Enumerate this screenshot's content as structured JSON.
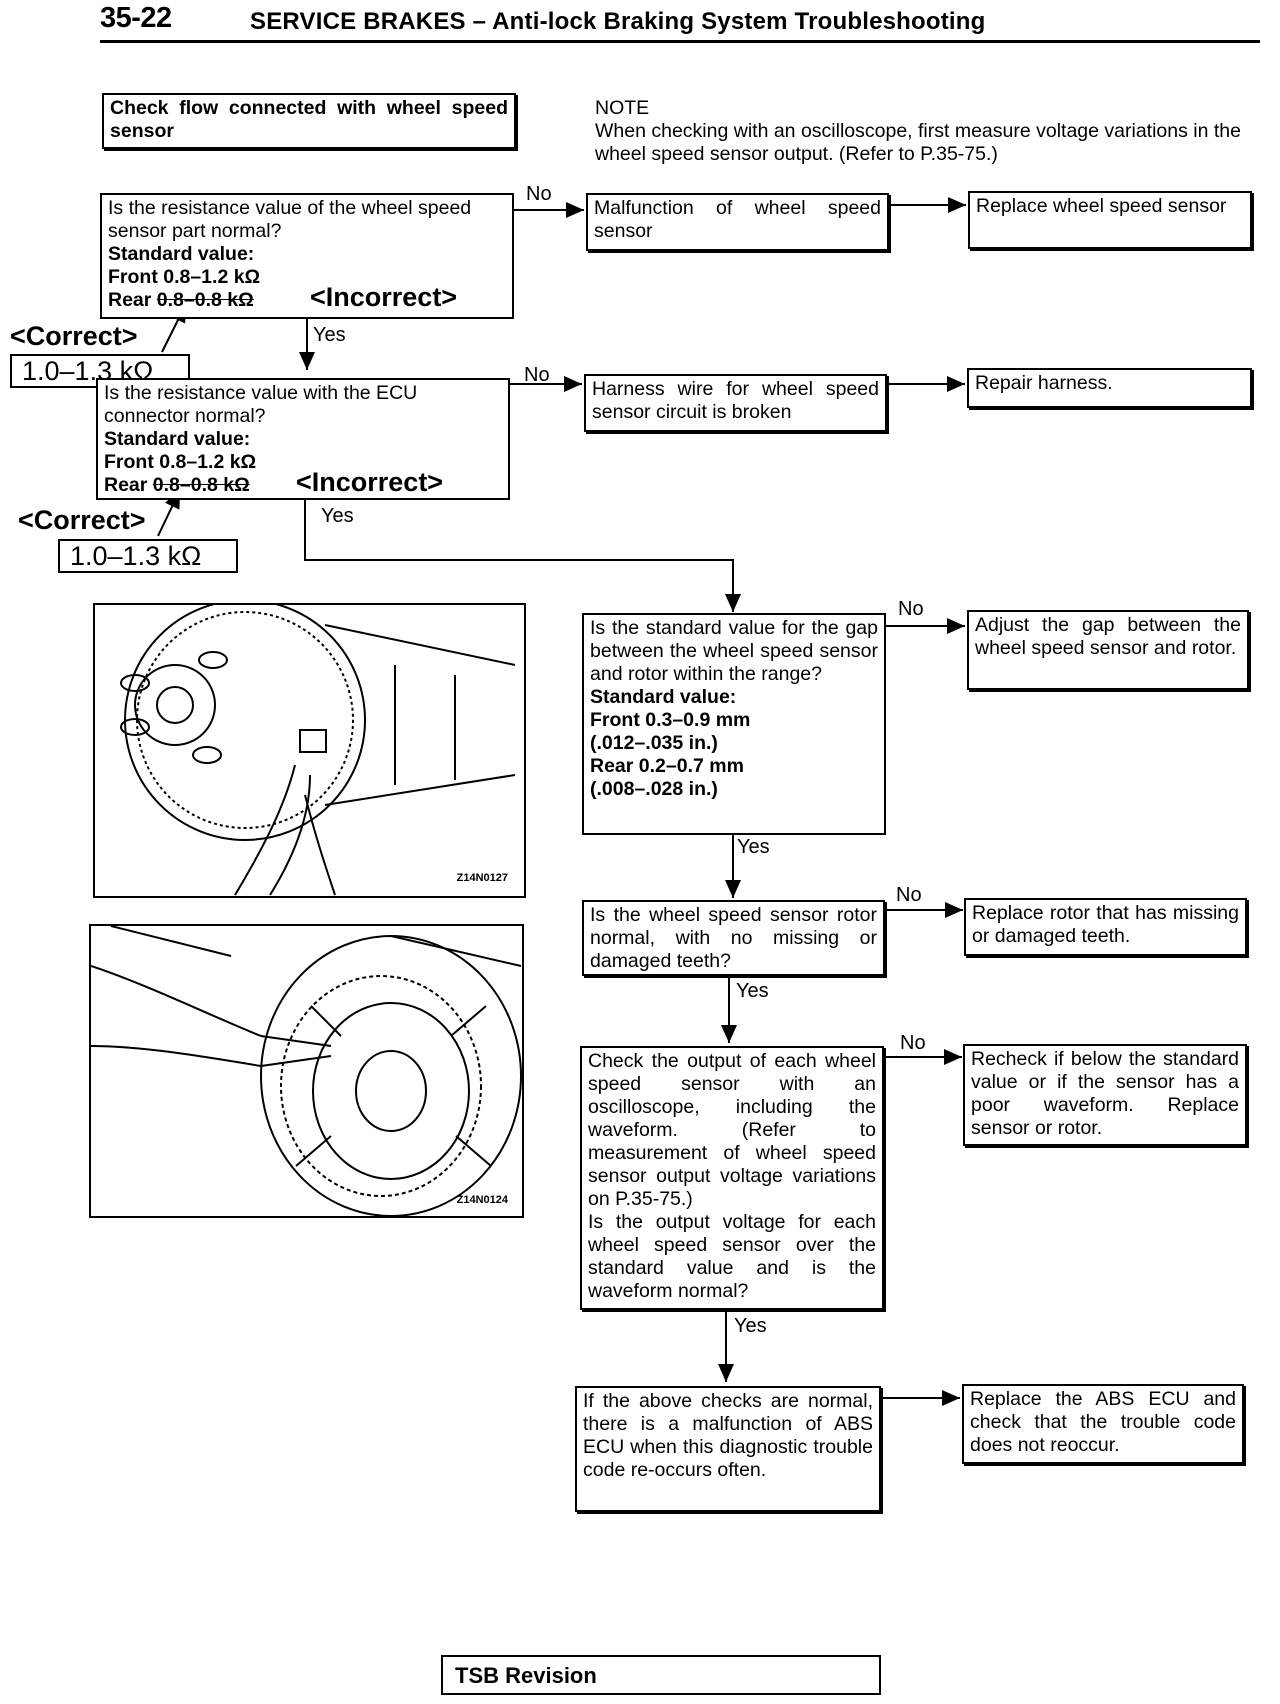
{
  "header": {
    "page_number": "35-22",
    "title": "SERVICE BRAKES – Anti-lock Braking System Troubleshooting"
  },
  "start_box": "Check flow connected with wheel speed sensor",
  "note": {
    "heading": "NOTE",
    "text": "When checking with an oscilloscope, first measure voltage variations in the wheel speed sensor output. (Refer to P.35-75.)"
  },
  "step1": {
    "question": "Is the resistance value of the wheel speed sensor part normal?",
    "std_label": "Standard value:",
    "front": "Front 0.8–1.2 kΩ",
    "rear_prefix": "Rear",
    "rear_struck": "0.8–0.8 kΩ"
  },
  "step1_no_result": "Malfunction of wheel speed sensor",
  "step1_no_action": "Replace wheel speed sensor",
  "step2": {
    "question": "Is the resistance value with the ECU connector normal?",
    "std_label": "Standard value:",
    "front": "Front 0.8–1.2 kΩ",
    "rear_prefix": "Rear",
    "rear_struck": "0.8–0.8 kΩ"
  },
  "step2_no_result": "Harness wire for wheel speed sensor circuit is broken",
  "step2_no_action": "Repair harness.",
  "corrections": {
    "incorrect": "<Incorrect>",
    "correct": "<Correct>",
    "value": "1.0–1.3 kΩ"
  },
  "step3": {
    "question": "Is the standard value for the gap between the wheel speed sensor and rotor within the range?",
    "std_label": "Standard value:",
    "front": "Front 0.3–0.9 mm",
    "front_in": "(.012–.035 in.)",
    "rear": "Rear 0.2–0.7 mm",
    "rear_in": "(.008–.028 in.)"
  },
  "step3_no_action": "Adjust the gap between the wheel speed sensor and rotor.",
  "step4": "Is the wheel speed sensor rotor normal, with no missing or damaged teeth?",
  "step4_no_action": "Replace rotor that has missing or damaged teeth.",
  "step5": {
    "text1": "Check the output of each wheel speed sensor with an oscilloscope, including the waveform. (Refer to measurement of wheel speed sensor output voltage variations on P.35-75.)",
    "text2": "Is the output voltage for each wheel speed sensor over the standard value and is the waveform normal?"
  },
  "step5_no_action": "Recheck if below the standard value or if the sensor has a poor waveform. Replace sensor or rotor.",
  "step6": "If the above checks are normal, there is a malfunction of ABS ECU when this diagnostic trouble code re-occurs often.",
  "step6_action": "Replace the ABS ECU and check that the trouble code does not reoccur.",
  "labels": {
    "yes": "Yes",
    "no": "No"
  },
  "figures": {
    "fig1_code": "Z14N0127",
    "fig2_code": "Z14N0124"
  },
  "footer": "TSB Revision"
}
